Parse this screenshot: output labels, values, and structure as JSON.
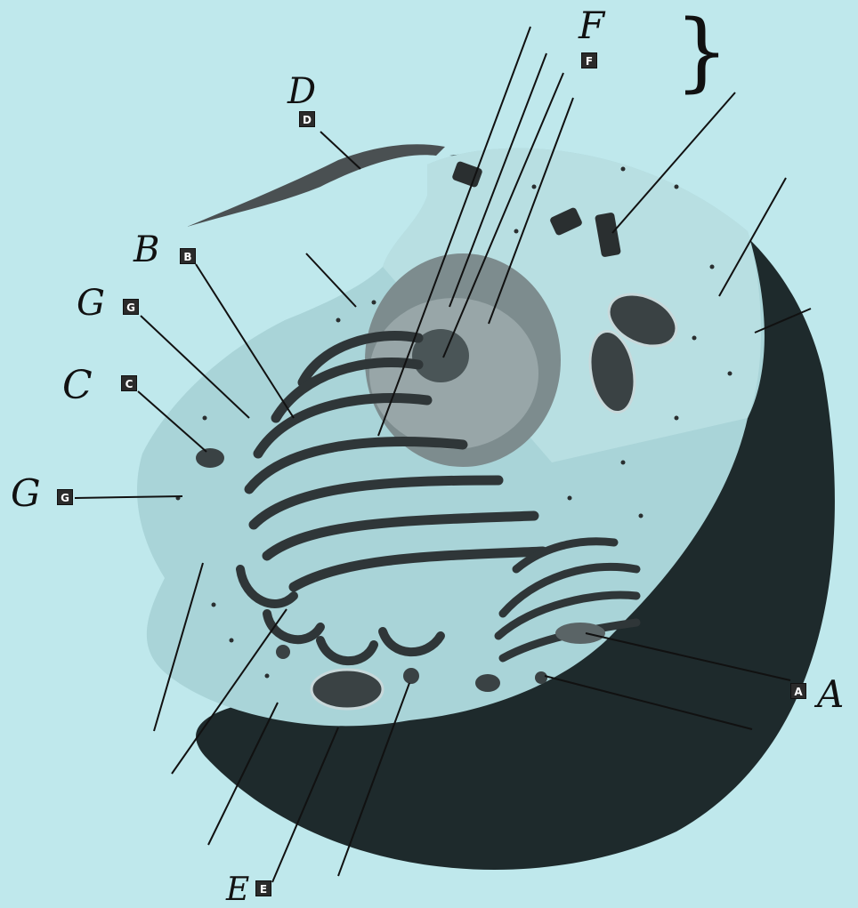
{
  "printed_labels": {
    "a": "A",
    "b": "B",
    "c": "C",
    "d": "D",
    "e": "E",
    "f": "F",
    "g1": "G",
    "g2": "G"
  },
  "handwritten_labels": {
    "a": "A",
    "b": "B",
    "c": "C",
    "d": "D",
    "e": "E",
    "f": "F",
    "g1": "G",
    "g2": "G"
  },
  "handwritten_marks": {
    "brace": "}"
  },
  "colors": {
    "background": "#bfe8ec",
    "cell_body": "#a9d4d8",
    "cell_shadow": "#1e2a2c",
    "organelle_dark": "#3a4244",
    "nucleus": "#7d8c8e",
    "leader_line": "#111111"
  }
}
